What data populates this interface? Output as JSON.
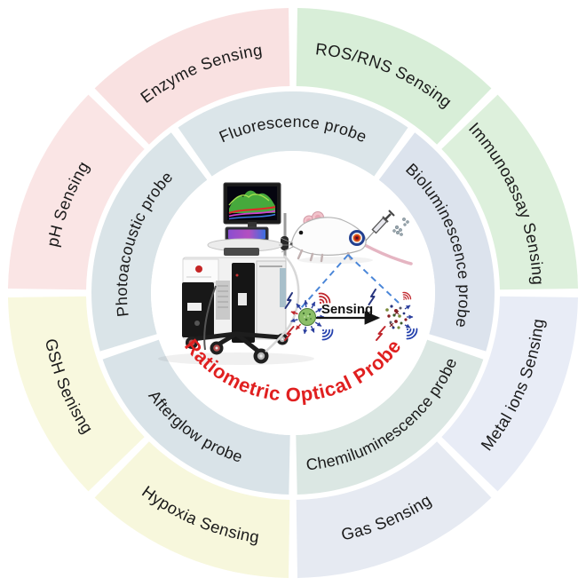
{
  "diagram": {
    "title": "Ratiometric Optical Probe",
    "title_color": "#e02020",
    "label_color": "#1a1a1a",
    "sensing_arrow_label": "Sensing",
    "outer_ring": [
      {
        "id": "enzyme",
        "label": "Enzyme Sensing",
        "color": "#f9e1e1"
      },
      {
        "id": "ros-rns",
        "label": "ROS/RNS Sensing",
        "color": "#d8eed8"
      },
      {
        "id": "immunoassay",
        "label": "Immunoassay Sensing",
        "color": "#ddf0dc"
      },
      {
        "id": "metal-ions",
        "label": "Metal ions Sensing",
        "color": "#e8ecf6"
      },
      {
        "id": "gas",
        "label": "Gas Sensing",
        "color": "#e6eaf2"
      },
      {
        "id": "hypoxia",
        "label": "Hypoxia Sensing",
        "color": "#f7f7dc"
      },
      {
        "id": "gsh",
        "label": "GSH Senisng",
        "color": "#f8f8de"
      },
      {
        "id": "ph",
        "label": "pH Sensing",
        "color": "#fae5e5"
      }
    ],
    "inner_ring": [
      {
        "id": "fluorescence",
        "label": "Fluorescence probe",
        "color": "#dbe5e9"
      },
      {
        "id": "bioluminescence",
        "label": "Bioluminescence probe",
        "color": "#dce3ed"
      },
      {
        "id": "chemiluminescence",
        "label": "Chemiluminescence probe",
        "color": "#dbe7e3"
      },
      {
        "id": "afterglow",
        "label": "Afterglow probe",
        "color": "#d9e3e8"
      },
      {
        "id": "photoacoustic",
        "label": "Photoacoustic probe",
        "color": "#dae4e8"
      }
    ]
  }
}
